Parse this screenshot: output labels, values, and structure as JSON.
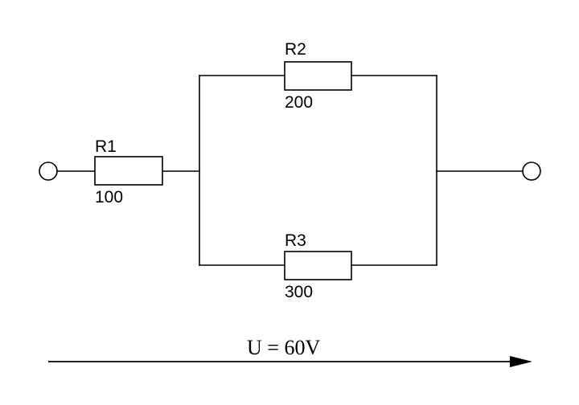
{
  "circuit": {
    "resistors": [
      {
        "name": "R1",
        "value": "100"
      },
      {
        "name": "R2",
        "value": "200"
      },
      {
        "name": "R3",
        "value": "300"
      }
    ],
    "voltage_label": "U = 60V"
  },
  "colors": {
    "line": "#000000",
    "background": "#ffffff"
  }
}
